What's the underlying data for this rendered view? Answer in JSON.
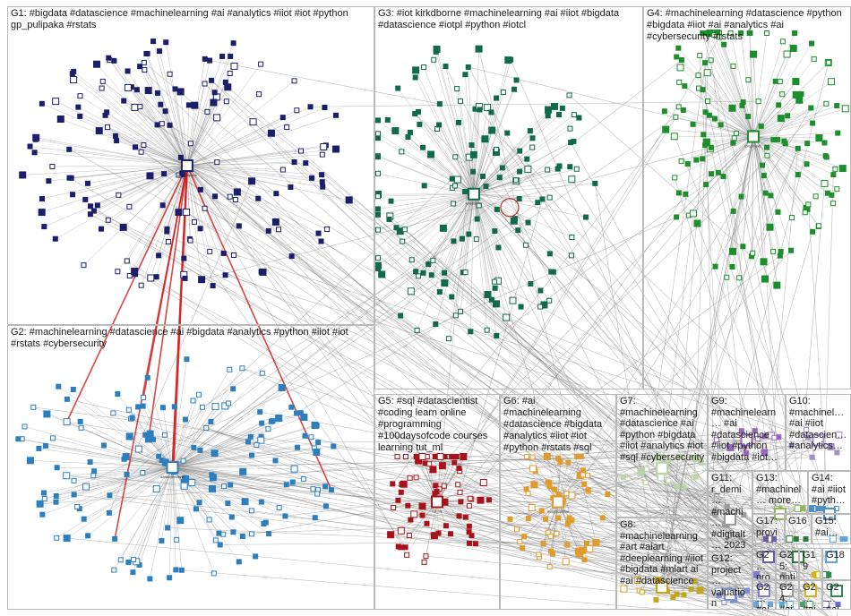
{
  "canvas_bg": "#ffffff",
  "groups": [
    {
      "id": "G1",
      "label": "G1: #bigdata #datascience #machinelearning #ai #analytics #iiot #iot #python gp_pulipaka #rstats",
      "color": "#1b1f6b",
      "nodes": 175
    },
    {
      "id": "G2",
      "label": "G2: #machinelearning #datascience #ai #bigdata #analytics #python #iiot #iot #rstats #cybersecurity",
      "color": "#2c7fbf",
      "nodes": 170
    },
    {
      "id": "G3",
      "label": "G3: #iot kirkdborne #machinelearning #ai #iiot #bigdata #datascience #iotpl #python #iotcl",
      "color": "#0f6b4a",
      "nodes": 170
    },
    {
      "id": "G4",
      "label": "G4: #machinelearning #datascience #python #bigdata #iiot #ai #analytics #ai #cybersecurity #rstats",
      "color": "#1c8f2c",
      "nodes": 150
    },
    {
      "id": "G5",
      "label": "G5: #sql #datascientist #coding learn online #programming #100daysofcode courses learning tut_ml",
      "color": "#a8131b",
      "nodes": 75
    },
    {
      "id": "G6",
      "label": "G6: #ai #machinelearning #datascience #bigdata #analytics #iiot #iot #python #rstats #sql",
      "color": "#e19b2a",
      "nodes": 65
    },
    {
      "id": "G7",
      "label": "G7: #machinelearning #datascience #ai #python #bigdata #iiot #analytics #iot #sql #cybersecurity",
      "color": "#b7d6a3",
      "nodes": 20
    },
    {
      "id": "G8",
      "label": "G8: #machinelearning #art #aiart #deeplearning #iiot #bigdata #mlart ai #ai #datascience",
      "color": "#c4a61d",
      "nodes": 18
    },
    {
      "id": "G9",
      "label": "G9: #machinelearn… #ai #datascience #iiot #python #bigdata #iot…",
      "color": "#9a66b8",
      "nodes": 12
    },
    {
      "id": "G10",
      "label": "G10: #machinel… #ai #iiot #datascien… #analytics…",
      "color": "#a38ec9",
      "nodes": 9
    },
    {
      "id": "G11",
      "label": "G11: r_demi… #machi… #digitalt… 2023 #bigdat…",
      "color": "#9a9a9a",
      "nodes": 8
    },
    {
      "id": "G12",
      "label": "G12: project… valuation market…",
      "color": "#7e8dd1",
      "nodes": 7
    },
    {
      "id": "G13",
      "label": "G13: #machinel… more…",
      "color": "#8dbb55",
      "nodes": 4
    },
    {
      "id": "G14",
      "label": "G14: #ai #iiot #pyth…",
      "color": "#4c8fc4",
      "nodes": 5
    },
    {
      "id": "G15",
      "label": "G15: #ai…",
      "color": "#5aa8dd",
      "nodes": 3
    },
    {
      "id": "G16",
      "label": "G16",
      "color": "#2d7a3d",
      "nodes": 3
    },
    {
      "id": "G17",
      "label": "G17: provi…",
      "color": "#6a5aa8",
      "nodes": 3
    },
    {
      "id": "G18",
      "label": "G18",
      "color": "#2a8f4c",
      "nodes": 2
    },
    {
      "id": "G19",
      "label": "G19",
      "color": "#d4b21d",
      "nodes": 2
    },
    {
      "id": "G20",
      "label": "G2… #ai…",
      "color": "#6ea3d6",
      "nodes": 3
    },
    {
      "id": "G21",
      "label": "G2… pro…",
      "color": "#7e7ecf",
      "nodes": 2
    },
    {
      "id": "G22",
      "label": "G2… #ai…",
      "color": "#4aa36a",
      "nodes": 2
    },
    {
      "id": "G23",
      "label": "G2… #ai…",
      "color": "#6b6bd1",
      "nodes": 2
    },
    {
      "id": "G24",
      "label": "G24: #ai…",
      "color": "#5aa8dd",
      "nodes": 2
    },
    {
      "id": "G25",
      "label": "G25: nati…",
      "color": "#9a9a9a",
      "nodes": 2
    },
    {
      "id": "G26",
      "label": "G2… #ai…",
      "color": "#2a8f4c",
      "nodes": 2
    },
    {
      "id": "G27",
      "label": "G2…",
      "color": "#5c8ac0",
      "nodes": 2
    }
  ],
  "hub_labels": {
    "G1": "gp_pulipaka",
    "G3": "kirkdborne",
    "G4": "ipfconline1",
    "G2": "datascienceinn",
    "G5": "tut_ml",
    "G6": "analyticsinme"
  }
}
